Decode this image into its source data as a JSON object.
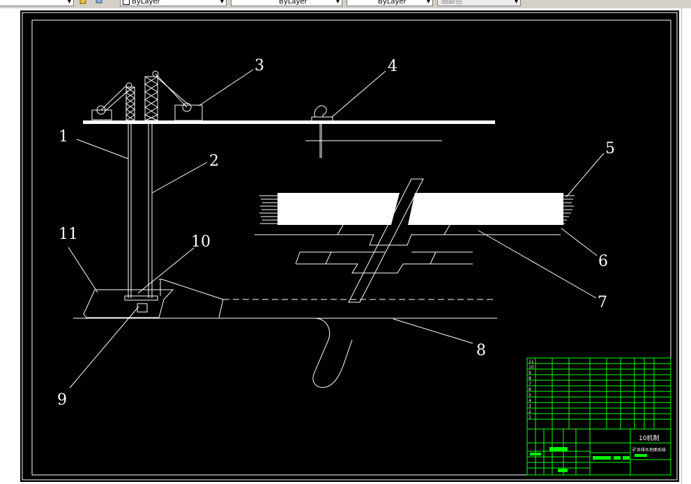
{
  "toolbar": {
    "layer_combo_1": "ByLayer",
    "layer_combo_2": "ByLayer",
    "layer_combo_3": "ByLayer",
    "plot_style_combo": "随颜色"
  },
  "drawing": {
    "background": "#000000",
    "line_color": "#ffffff",
    "title_block_color": "#00ff00",
    "labels": [
      "1",
      "2",
      "3",
      "4",
      "5",
      "6",
      "7",
      "8",
      "9",
      "10",
      "11"
    ]
  },
  "title_block": {
    "drawing_title": "10机制",
    "drawing_name": "矿井排水地面系统",
    "row_numbers": [
      "11",
      "10",
      "9",
      "8",
      "7",
      "6",
      "5",
      "4",
      "3",
      "2",
      "1"
    ]
  }
}
